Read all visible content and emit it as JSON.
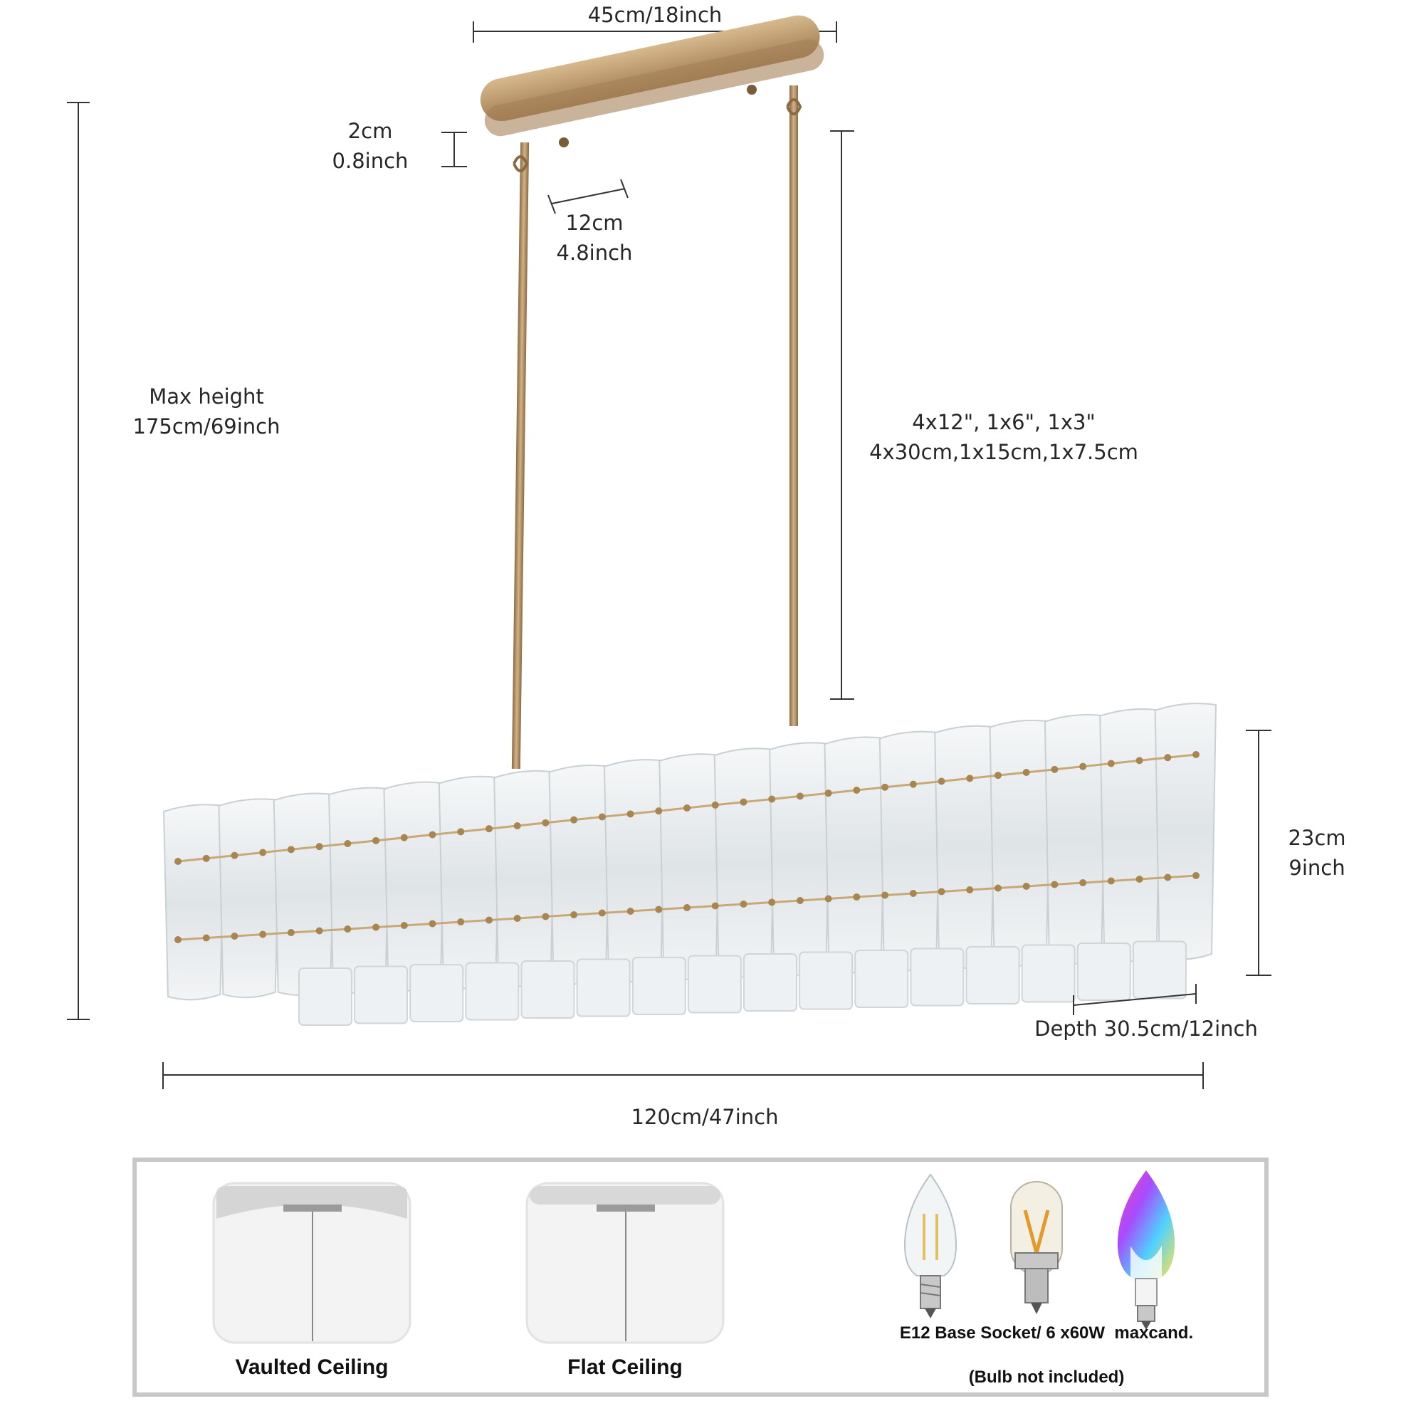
{
  "dimensions": {
    "canopy_width": "45cm/18inch",
    "canopy_thickness": [
      "2cm",
      "0.8inch"
    ],
    "canopy_depth": [
      "12cm",
      "4.8inch"
    ],
    "max_height": [
      "Max height",
      "175cm/69inch"
    ],
    "rods": [
      "4x12\", 1x6\", 1x3\"",
      "4x30cm,1x15cm,1x7.5cm"
    ],
    "body_height": [
      "23cm",
      "9inch"
    ],
    "depth": "Depth 30.5cm/12inch",
    "length": "120cm/47inch"
  },
  "installation": {
    "vaulted_label": "Vaulted Ceiling",
    "flat_label": "Flat Ceiling"
  },
  "bulbs": {
    "spec": "E12 Base Socket/ 6 x60W  maxcand.",
    "note": "(Bulb not included)"
  },
  "colors": {
    "brass": "#b08a5a",
    "line": "#333333",
    "glass": "#e8ecef",
    "frame": "#c8c8c8"
  }
}
